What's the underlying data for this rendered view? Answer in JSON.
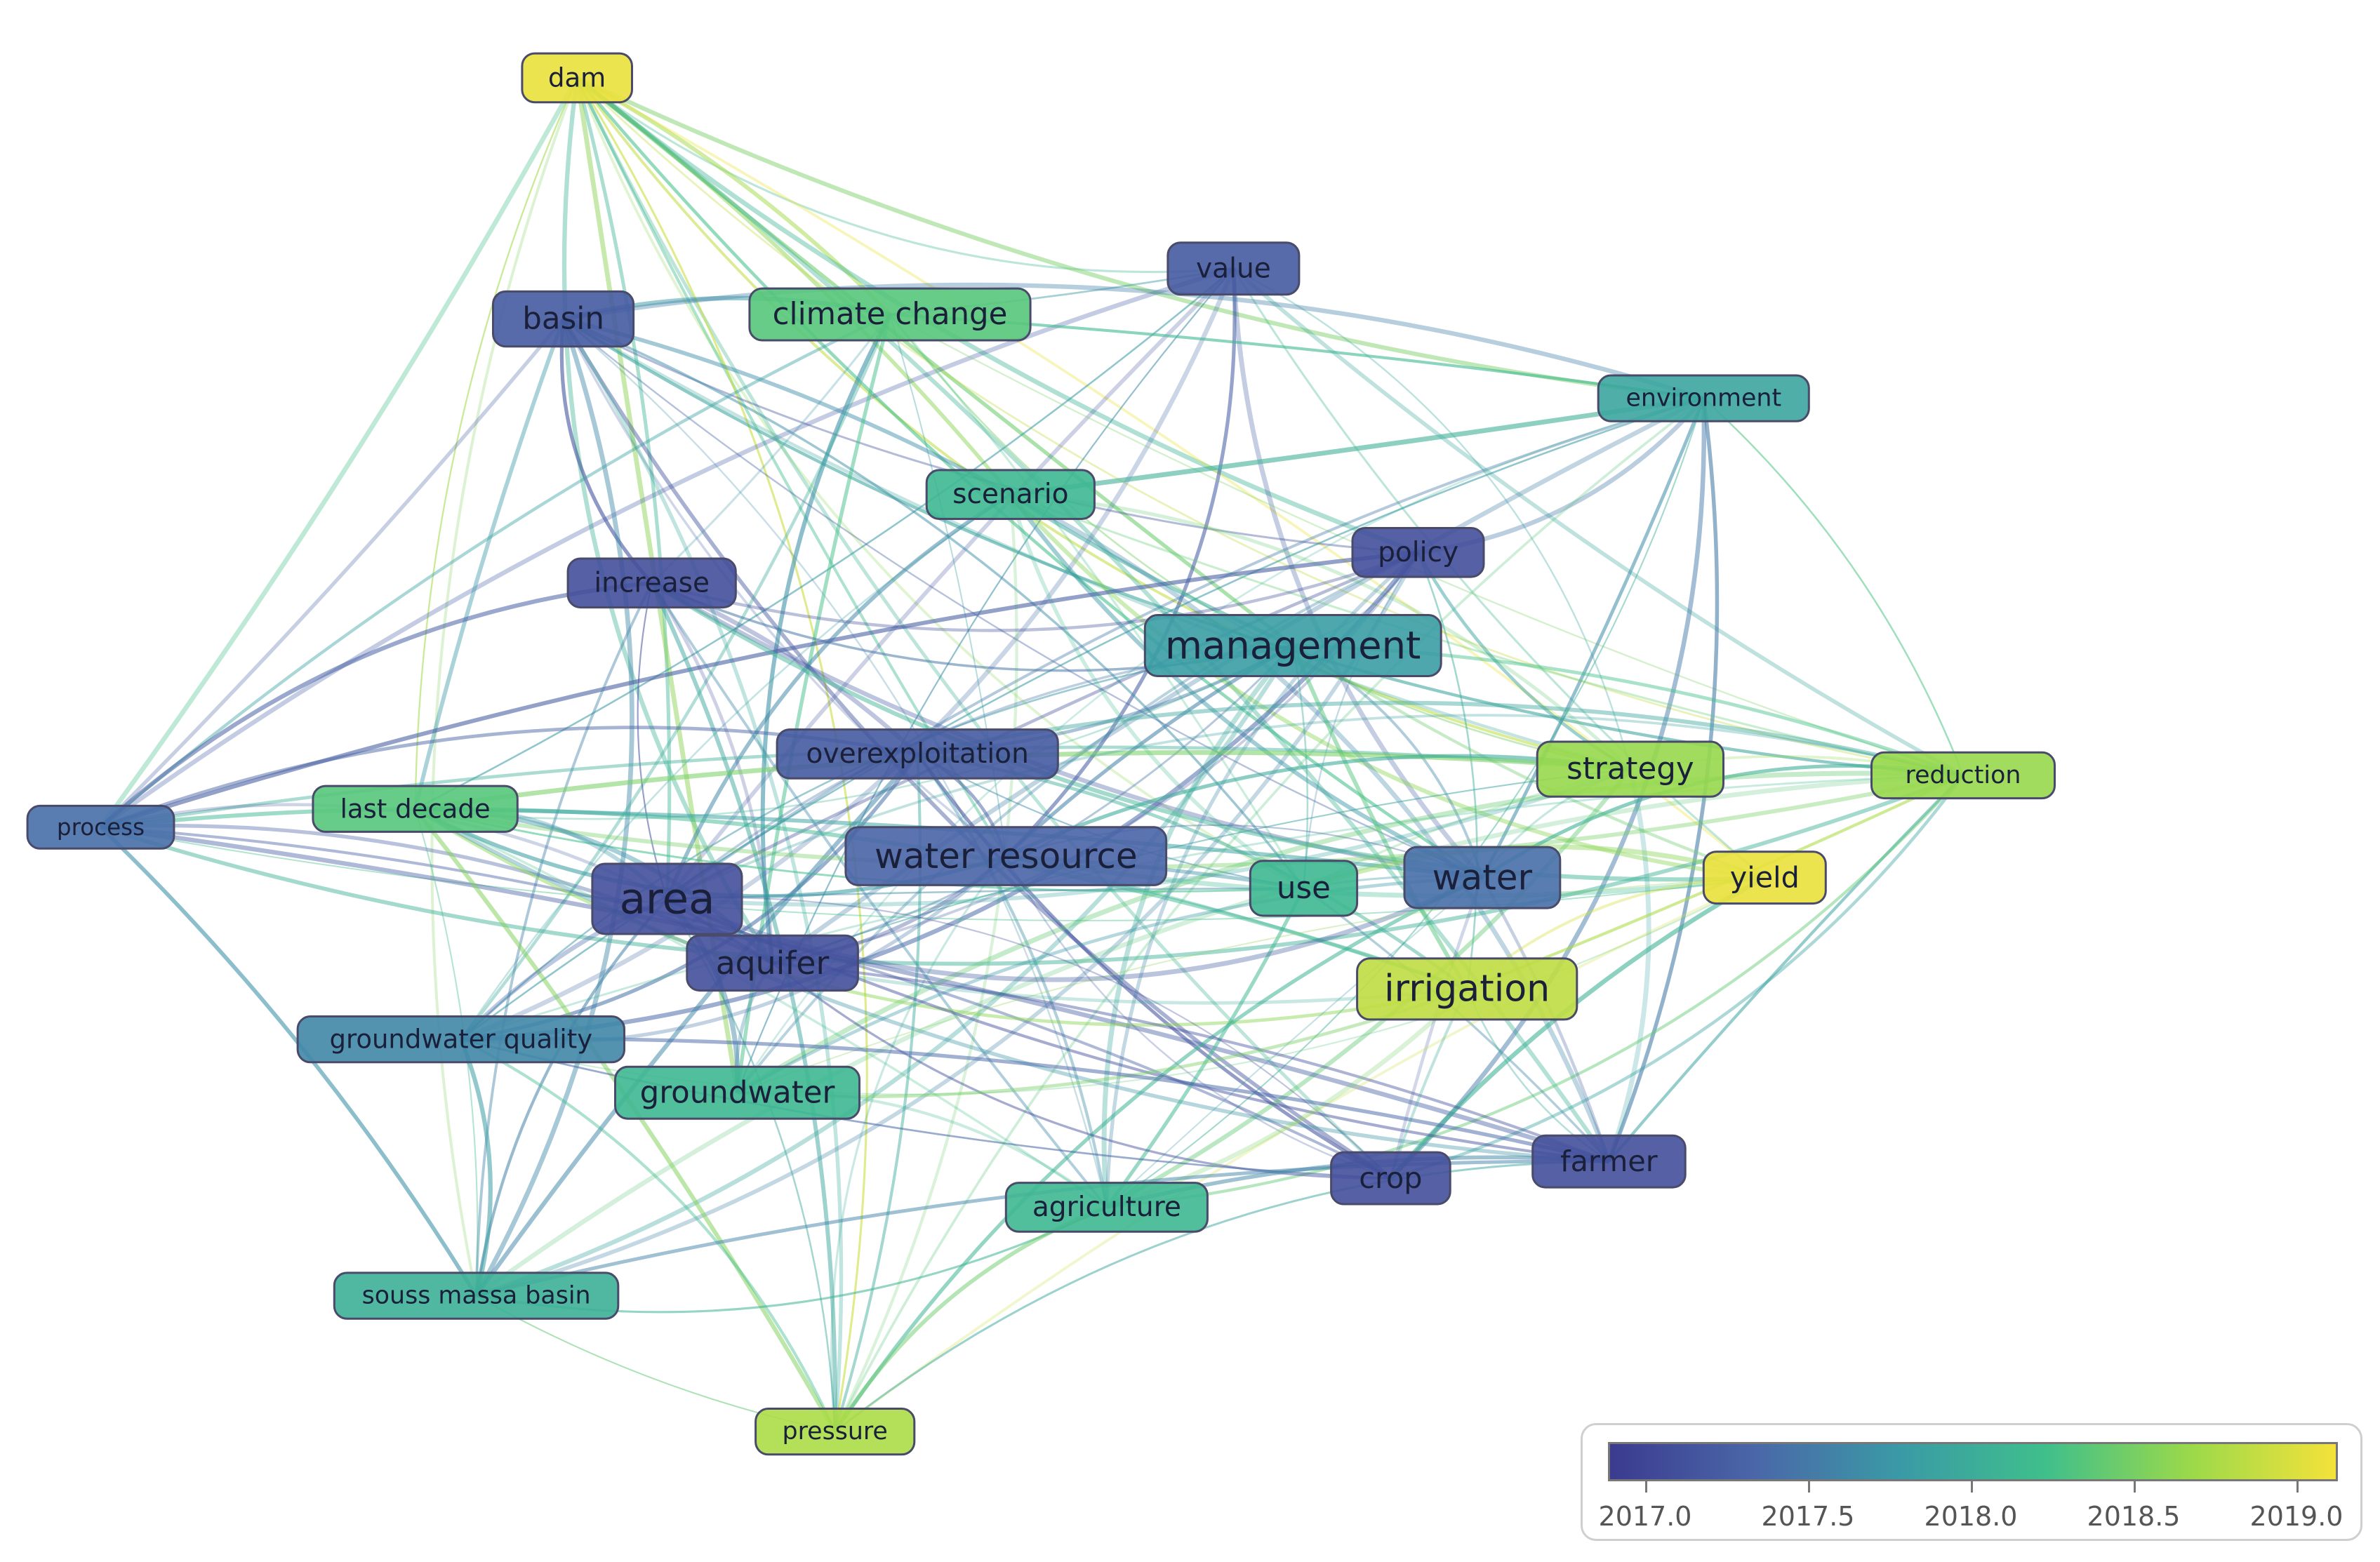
{
  "colors": {
    "scale": [
      "#3b3b8f",
      "#4a67a8",
      "#3a9aa6",
      "#3fbf8c",
      "#9bd94a",
      "#f4e23a"
    ],
    "node_border": "#4a4a6a"
  },
  "legend": {
    "ticks": [
      "2017.0",
      "2017.5",
      "2018.0",
      "2018.5",
      "2019.0"
    ]
  },
  "nodes": [
    {
      "id": "dam",
      "label": "dam",
      "year": 2019.0
    },
    {
      "id": "value",
      "label": "value",
      "year": 2017.2
    },
    {
      "id": "basin",
      "label": "basin",
      "year": 2017.2
    },
    {
      "id": "climate-change",
      "label": "climate change",
      "year": 2018.3
    },
    {
      "id": "environment",
      "label": "environment",
      "year": 2017.9
    },
    {
      "id": "scenario",
      "label": "scenario",
      "year": 2018.1
    },
    {
      "id": "policy",
      "label": "policy",
      "year": 2017.1
    },
    {
      "id": "increase",
      "label": "increase",
      "year": 2017.1
    },
    {
      "id": "management",
      "label": "management",
      "year": 2017.8
    },
    {
      "id": "overexploitation",
      "label": "overexploitation",
      "year": 2017.2
    },
    {
      "id": "strategy",
      "label": "strategy",
      "year": 2018.6
    },
    {
      "id": "reduction",
      "label": "reduction",
      "year": 2018.6
    },
    {
      "id": "process",
      "label": "process",
      "year": 2017.4
    },
    {
      "id": "last-decade",
      "label": "last decade",
      "year": 2018.3
    },
    {
      "id": "water-resource",
      "label": "water resource",
      "year": 2017.3
    },
    {
      "id": "use",
      "label": "use",
      "year": 2018.1
    },
    {
      "id": "water",
      "label": "water",
      "year": 2017.4
    },
    {
      "id": "yield",
      "label": "yield",
      "year": 2019.0
    },
    {
      "id": "area",
      "label": "area",
      "year": 2017.1
    },
    {
      "id": "aquifer",
      "label": "aquifer",
      "year": 2017.1
    },
    {
      "id": "irrigation",
      "label": "irrigation",
      "year": 2018.8
    },
    {
      "id": "groundwater-quality",
      "label": "groundwater quality",
      "year": 2017.6
    },
    {
      "id": "groundwater",
      "label": "groundwater",
      "year": 2018.1
    },
    {
      "id": "crop",
      "label": "crop",
      "year": 2017.1
    },
    {
      "id": "farmer",
      "label": "farmer",
      "year": 2017.1
    },
    {
      "id": "agriculture",
      "label": "agriculture",
      "year": 2018.1
    },
    {
      "id": "souss-massa-basin",
      "label": "souss massa basin",
      "year": 2018.0
    },
    {
      "id": "pressure",
      "label": "pressure",
      "year": 2018.7
    }
  ]
}
